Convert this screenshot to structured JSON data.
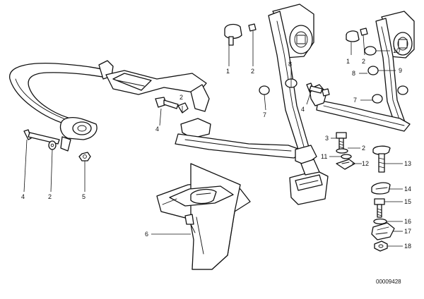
{
  "diagram": {
    "drawing_number": "00009428",
    "callouts": [
      {
        "id": "c-1a",
        "label": "1"
      },
      {
        "id": "c-2a",
        "label": "2"
      },
      {
        "id": "c-8a",
        "label": "8"
      },
      {
        "id": "c-7a",
        "label": "7"
      },
      {
        "id": "c-4a",
        "label": "4"
      },
      {
        "id": "c-1b",
        "label": "1"
      },
      {
        "id": "c-2b",
        "label": "2"
      },
      {
        "id": "c-10",
        "label": "10"
      },
      {
        "id": "c-9",
        "label": "9"
      },
      {
        "id": "c-8b",
        "label": "8"
      },
      {
        "id": "c-7b",
        "label": "7"
      },
      {
        "id": "c-2c",
        "label": "2"
      },
      {
        "id": "c-4b",
        "label": "4"
      },
      {
        "id": "c-4c",
        "label": "4"
      },
      {
        "id": "c-2d",
        "label": "2"
      },
      {
        "id": "c-5",
        "label": "5"
      },
      {
        "id": "c-3",
        "label": "3"
      },
      {
        "id": "c-2e",
        "label": "2"
      },
      {
        "id": "c-11",
        "label": "11"
      },
      {
        "id": "c-12",
        "label": "12"
      },
      {
        "id": "c-13",
        "label": "13"
      },
      {
        "id": "c-14",
        "label": "14"
      },
      {
        "id": "c-15",
        "label": "15"
      },
      {
        "id": "c-16",
        "label": "16"
      },
      {
        "id": "c-17",
        "label": "17"
      },
      {
        "id": "c-18",
        "label": "18"
      },
      {
        "id": "c-6",
        "label": "6"
      }
    ]
  }
}
